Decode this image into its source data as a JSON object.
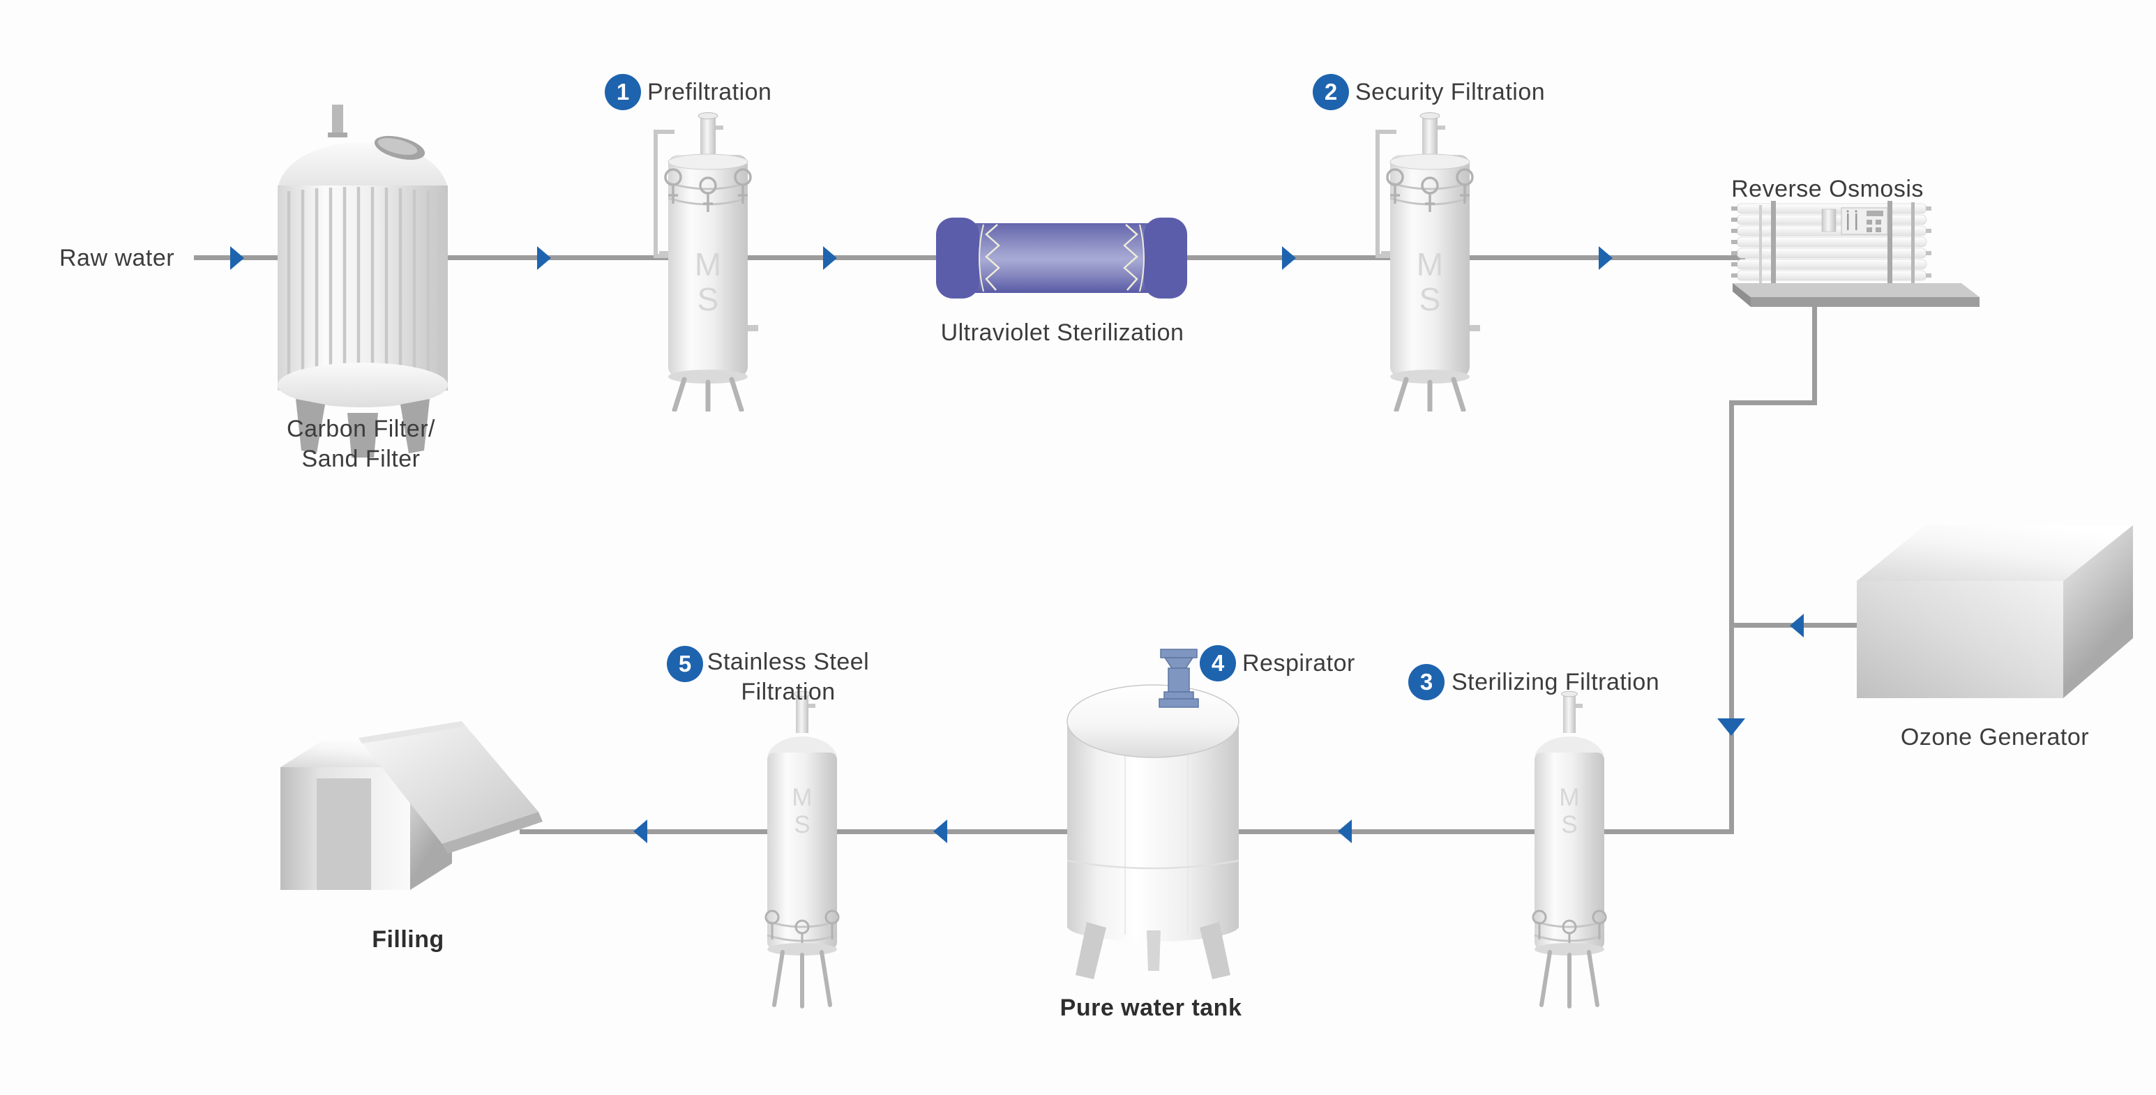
{
  "diagram": {
    "background": "#fdfdfd",
    "colors": {
      "flow_line": "#9c9c9c",
      "accent_blue": "#1e63ae",
      "label_text": "#3c3c3c",
      "uv_purple": "#5b5dab",
      "respirator_blue": "#7f97c0",
      "watermark_gray": "#d6d6d6"
    },
    "vessel_watermark": {
      "line1": "M",
      "line2": "S"
    },
    "stations": {
      "raw_water": {
        "label": "Raw water"
      },
      "carbon_sand_filter": {
        "label_line1": "Carbon Filter/",
        "label_line2": "Sand Filter"
      },
      "prefiltration": {
        "step": "1",
        "label": "Prefiltration"
      },
      "uv_sterilization": {
        "label": "Ultraviolet Sterilization"
      },
      "security_filtration": {
        "step": "2",
        "label": "Security Filtration"
      },
      "reverse_osmosis": {
        "label": "Reverse Osmosis"
      },
      "ozone_generator": {
        "label": "Ozone Generator"
      },
      "sterilizing_filtration": {
        "step": "3",
        "label": "Sterilizing Filtration"
      },
      "respirator": {
        "step": "4",
        "label": "Respirator"
      },
      "pure_water_tank": {
        "label": "Pure water tank"
      },
      "stainless_steel_filtration": {
        "step": "5",
        "label_line1": "Stainless Steel",
        "label_line2": "Filtration"
      },
      "filling": {
        "label": "Filling"
      }
    }
  }
}
